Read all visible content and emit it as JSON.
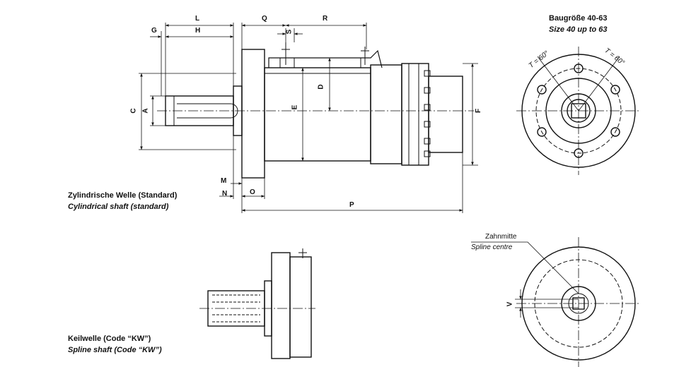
{
  "captions": {
    "cyl_de": "Zylindrische Welle (Standard)",
    "cyl_en": "Cylindrical shaft (standard)",
    "spline_de": "Keilwelle (Code “KW”)",
    "spline_en": "Spline shaft (Code “KW”)",
    "size_de": "Baugröße 40-63",
    "size_en": "Size 40 up to 63",
    "spline_centre_de": "Zahnmitte",
    "spline_centre_en": "Spline centre"
  },
  "dimensions": {
    "L": "L",
    "G": "G",
    "H": "H",
    "Q": "Q",
    "S": "S",
    "R": "R",
    "D": "D",
    "E": "E",
    "F": "F",
    "C": "C",
    "A": "A",
    "M": "M",
    "N": "N",
    "O": "O",
    "P": "P",
    "V": "V"
  },
  "angles": {
    "t_left": "T = 60°",
    "t_right": "T = 60°"
  }
}
